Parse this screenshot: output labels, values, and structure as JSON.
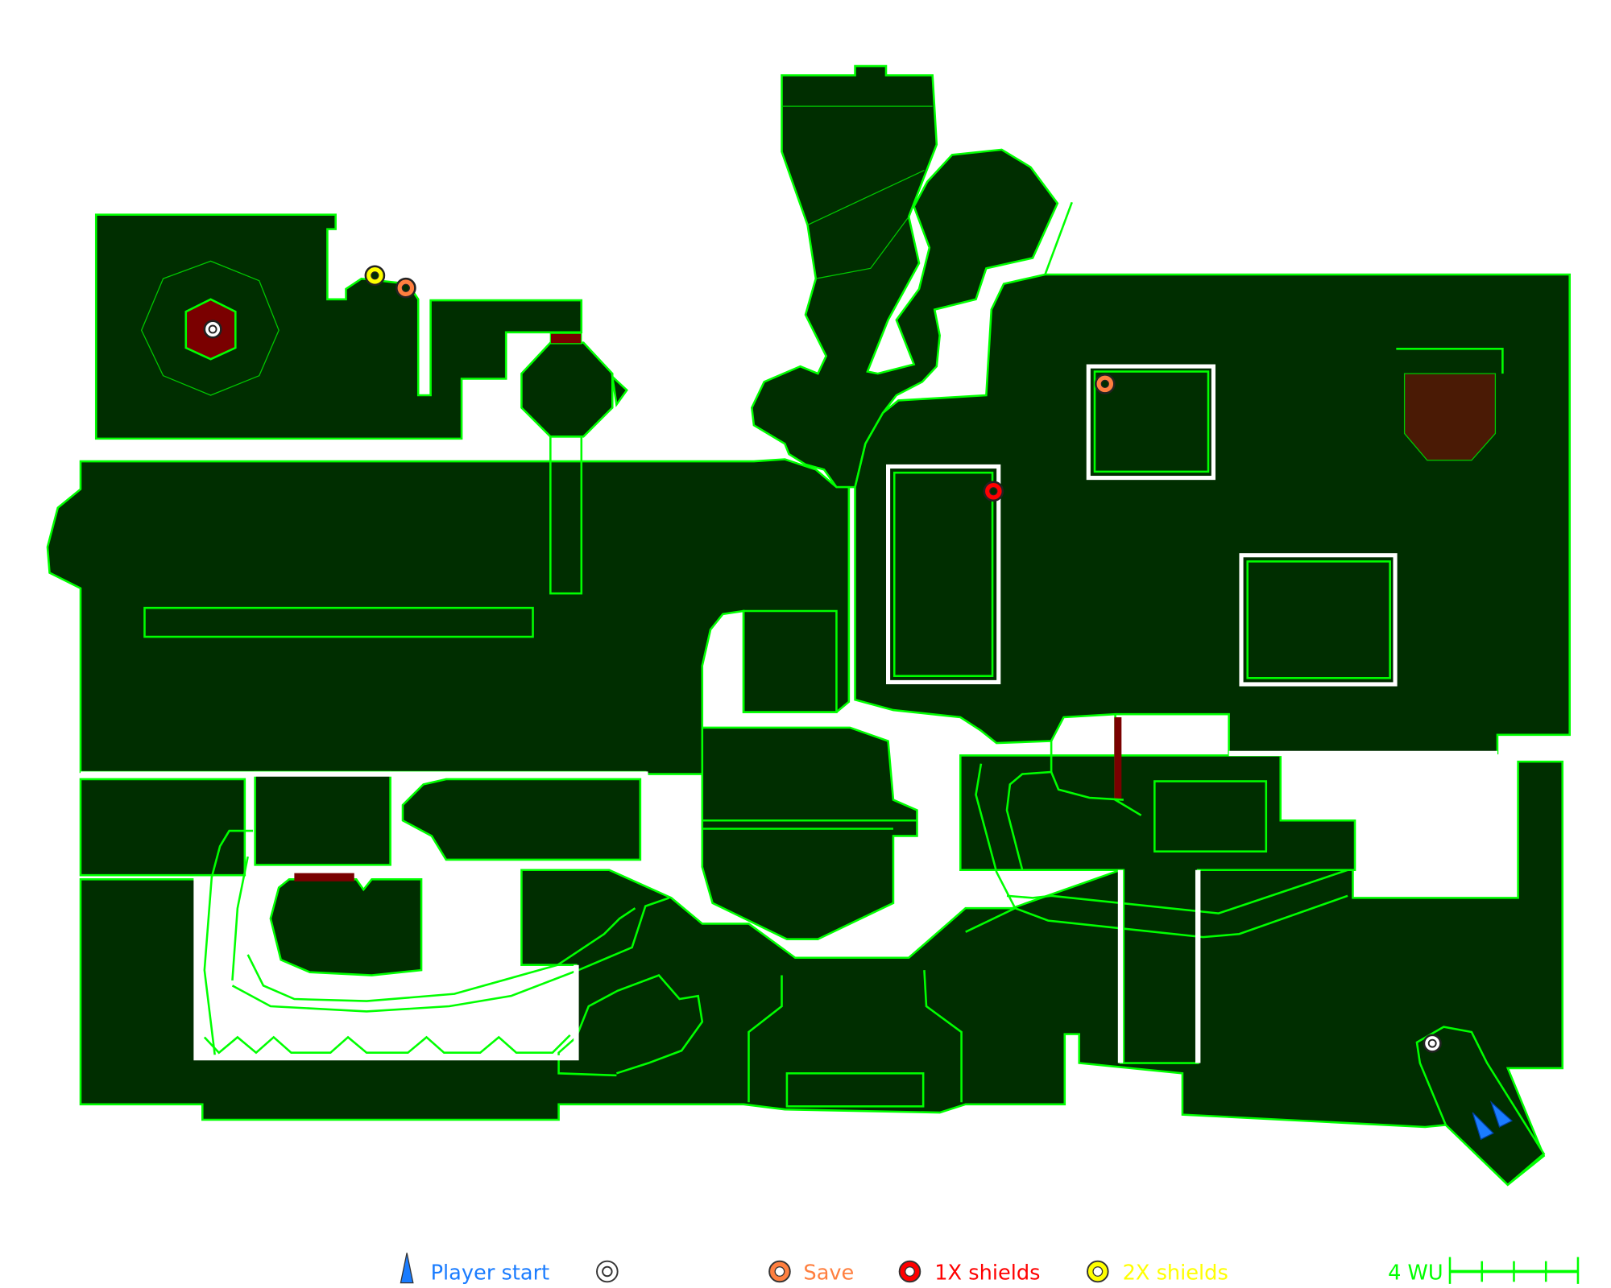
{
  "map": {
    "colors": {
      "floor": "#002e00",
      "line": "#00ff00",
      "hazard": "#7a0000",
      "lava": "#4a1a05",
      "background": "#ffffff"
    },
    "markers": [
      {
        "type": "teleport",
        "icon": "white-ring-icon"
      },
      {
        "type": "teleport",
        "icon": "white-ring-icon"
      },
      {
        "type": "2x-shields",
        "icon": "yellow-ring-icon"
      },
      {
        "type": "save",
        "icon": "orange-ring-icon"
      },
      {
        "type": "save",
        "icon": "orange-ring-icon"
      },
      {
        "type": "1x-shields",
        "icon": "red-ring-icon"
      },
      {
        "type": "player-start",
        "icon": "blue-triangle-icon"
      },
      {
        "type": "player-start",
        "icon": "blue-triangle-icon"
      }
    ]
  },
  "legend": {
    "player_start": {
      "label": "Player start",
      "color": "#1a7cff"
    },
    "teleport": {
      "label": "",
      "color": "#ffffff"
    },
    "save": {
      "label": "Save",
      "color": "#ff7f3f"
    },
    "shields_1x": {
      "label": "1X shields",
      "color": "#ff0000"
    },
    "shields_2x": {
      "label": "2X shields",
      "color": "#ffff00"
    },
    "scale": {
      "label": "4 WU",
      "color": "#00ff00",
      "divisions": 4
    }
  }
}
